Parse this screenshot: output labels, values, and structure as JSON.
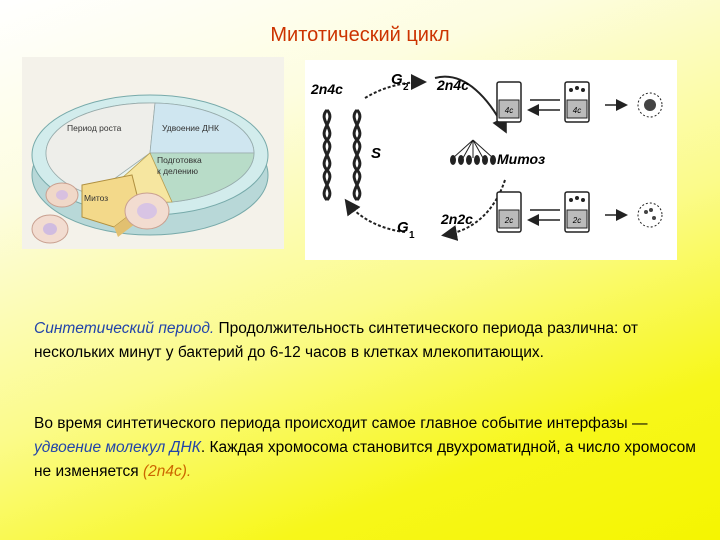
{
  "title": "Митотический цикл",
  "left_diagram": {
    "labels": {
      "growth": "Период роста",
      "dna": "Удвоение ДНК",
      "prep_line1": "Подготовка",
      "prep_line2": "к делению",
      "mitosis": "Митоз"
    }
  },
  "right_diagram": {
    "labels": {
      "top_left": "2n4c",
      "g2": "G",
      "g2_sub": "2",
      "top_right": "2n4c",
      "s": "S",
      "mitosis": "Митоз",
      "g1": "G",
      "g1_sub": "1",
      "bottom": "2n2c",
      "cell_top_1": "4c",
      "cell_top_2": "4c",
      "cell_bottom_1": "2c",
      "cell_bottom_2": "2c"
    }
  },
  "paragraph1": {
    "term": "Синтетический период.",
    "text": " Продолжительность синтетического периода различна: от нескольких минут у бактерий до 6-12 часов в клетках млекопитающих."
  },
  "paragraph2": {
    "text_before": "Во время синтетического периода происходит самое главное событие интерфазы — ",
    "highlight": "удвоение молекул ДНК",
    "text_middle": ". Каждая хромосома становится двухроматидной, а число хромосом не изменяется ",
    "formula": "(2n4c)."
  }
}
